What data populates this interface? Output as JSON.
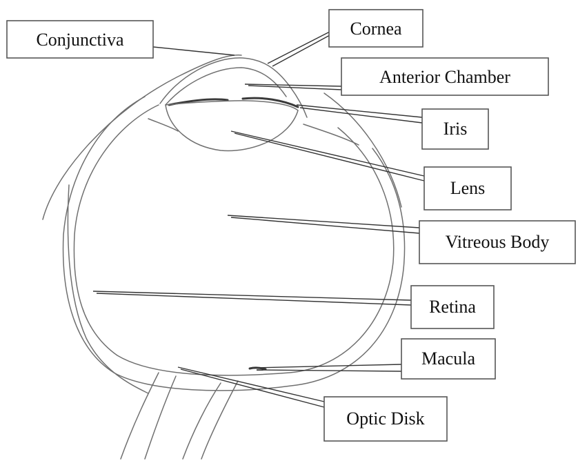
{
  "labels": {
    "conjunctiva": "Conjunctiva",
    "cornea": "Cornea",
    "anterior_chamber": "Anterior Chamber",
    "iris": "Iris",
    "lens": "Lens",
    "vitreous_body": "Vitreous Body",
    "retina": "Retina",
    "macula": "Macula",
    "optic_disk": "Optic Disk"
  }
}
